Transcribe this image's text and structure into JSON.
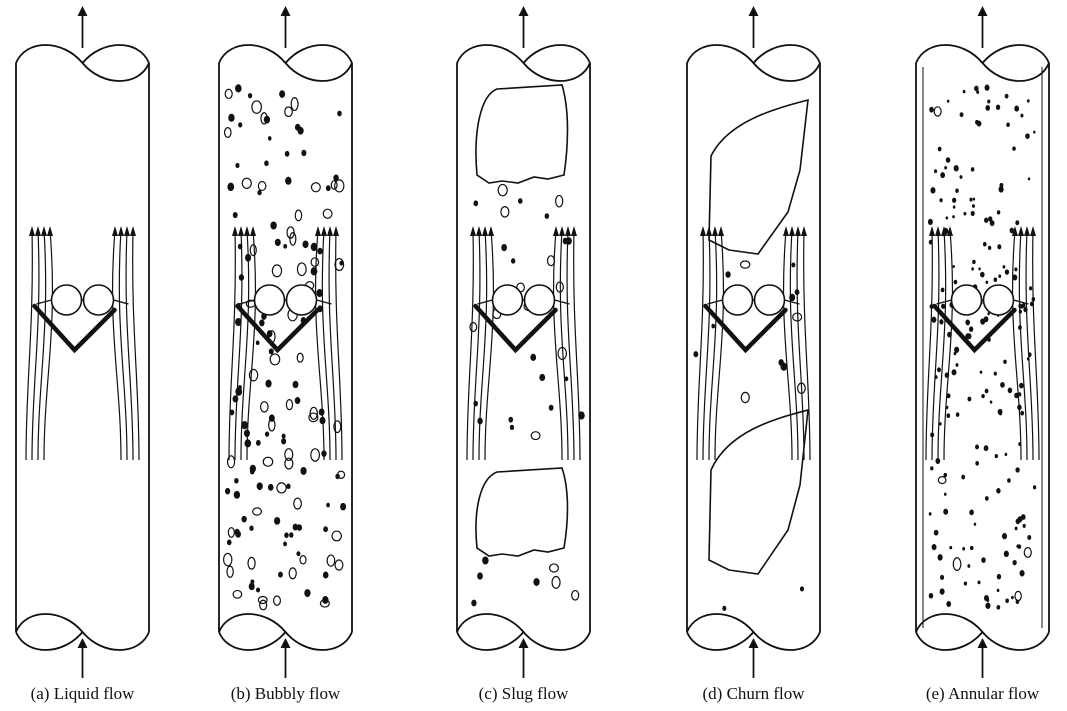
{
  "figure": {
    "panels": [
      {
        "id": "a",
        "caption": "(a) Liquid flow",
        "regime": "liquid"
      },
      {
        "id": "b",
        "caption": "(b) Bubbly flow",
        "regime": "bubbly"
      },
      {
        "id": "c",
        "caption": "(c) Slug flow",
        "regime": "slug"
      },
      {
        "id": "d",
        "caption": "(d) Churn flow",
        "regime": "churn"
      },
      {
        "id": "e",
        "caption": "(e) Annular flow",
        "regime": "annular"
      }
    ],
    "icons": [
      "flow-direction-arrow-icon",
      "tube-pipe-icon",
      "glasses-icon",
      "v-bar-icon"
    ],
    "colors": {
      "ink": "#111111",
      "background": "#ffffff"
    }
  }
}
